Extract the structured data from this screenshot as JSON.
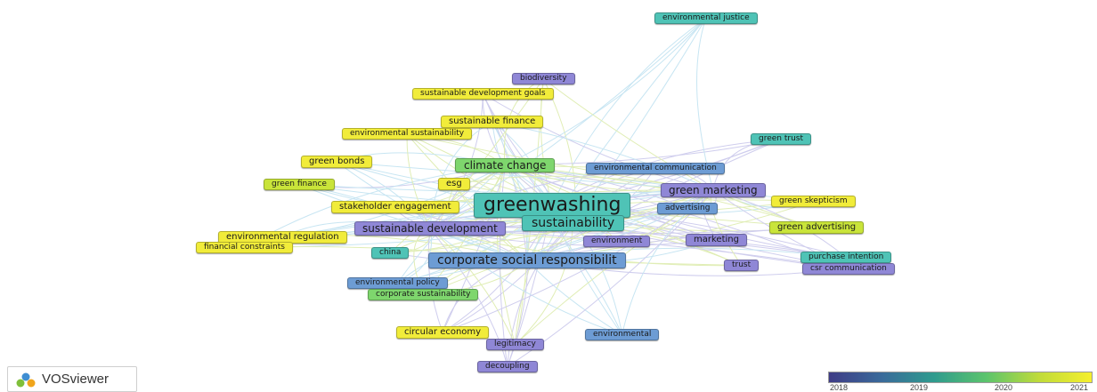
{
  "title": "VOSviewer overlay visualization",
  "logo": {
    "text": "VOSviewer",
    "icon": "vosviewer-logo-icon"
  },
  "legend": {
    "ticks": [
      "2018",
      "2019",
      "2020",
      "2021"
    ],
    "colors": [
      "#3f3c86",
      "#2f9b8e",
      "#5cc46c",
      "#f5ef2e"
    ]
  },
  "palette": {
    "purple": "#8f87d6",
    "blue": "#6d9cd4",
    "teal": "#4fc3b6",
    "green": "#7ed66d",
    "yellow": "#f1ec3a",
    "lime": "#c9e43a"
  },
  "keywords": [
    "environmental justice",
    "biodiversity",
    "sustainable development goals",
    "sustainable finance",
    "environmental sustainability",
    "green trust",
    "green bonds",
    "climate change",
    "environmental communication",
    "green finance",
    "esg",
    "green marketing",
    "greenwashing",
    "green skepticism",
    "stakeholder engagement",
    "advertising",
    "sustainability",
    "green advertising",
    "sustainable development",
    "environmental regulation",
    "environment",
    "marketing",
    "financial constraints",
    "china",
    "purchase intention",
    "corporate social responsibilit",
    "trust",
    "csr communication",
    "environmental policy",
    "corporate sustainability",
    "circular economy",
    "environmental",
    "legitimacy",
    "decoupling"
  ]
}
